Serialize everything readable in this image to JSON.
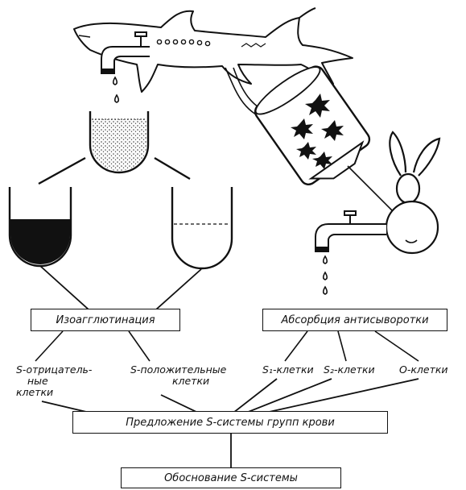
{
  "boxes": {
    "isoagglutination": "Изоагглютинация",
    "absorption": "Абсорбция антисыворотки",
    "proposal": "Предложение S-системы групп крови",
    "justification": "Обоснование S-системы"
  },
  "labels": {
    "s_negative": [
      "S-отрицатель-",
      "ные",
      "клетки"
    ],
    "s_positive": [
      "S-положительные",
      "клетки"
    ],
    "s1_cells": "S₁-клетки",
    "s2_cells": "S₂-клетки",
    "o_cells": "O-клетки"
  },
  "colors": {
    "ink": "#111111",
    "stipple": "#9a9a9a",
    "paper": "#ffffff"
  },
  "icons": [
    "shark-icon",
    "faucet-icon",
    "stippled-test-tube-icon",
    "dark-test-tube-icon",
    "clear-test-tube-icon",
    "absorption-tube-icon",
    "rabbit-icon"
  ]
}
